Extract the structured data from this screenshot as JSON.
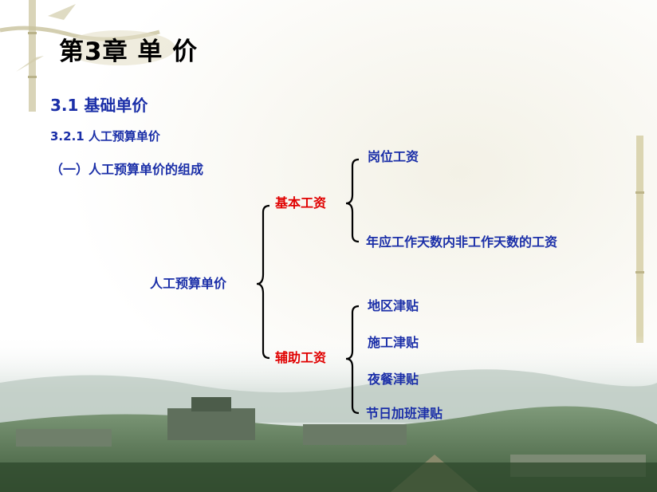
{
  "slide": {
    "title": "第3章  单  价",
    "section": "3.1  基础单价",
    "subsection": "3.2.1  人工预算单价",
    "heading": "（一）人工预算单价的组成"
  },
  "tree": {
    "root": "人工预算单价",
    "branches": [
      {
        "label": "基本工资",
        "color": "#e00000",
        "items": [
          "岗位工资",
          "年应工作天数内非工作天数的工资"
        ]
      },
      {
        "label": "辅助工资",
        "color": "#e00000",
        "items": [
          "地区津贴",
          "施工津贴",
          "夜餐津贴",
          "节日加班津贴"
        ]
      }
    ]
  },
  "colors": {
    "title": "#000000",
    "body_text": "#1b2fa8",
    "highlight": "#e00000"
  }
}
